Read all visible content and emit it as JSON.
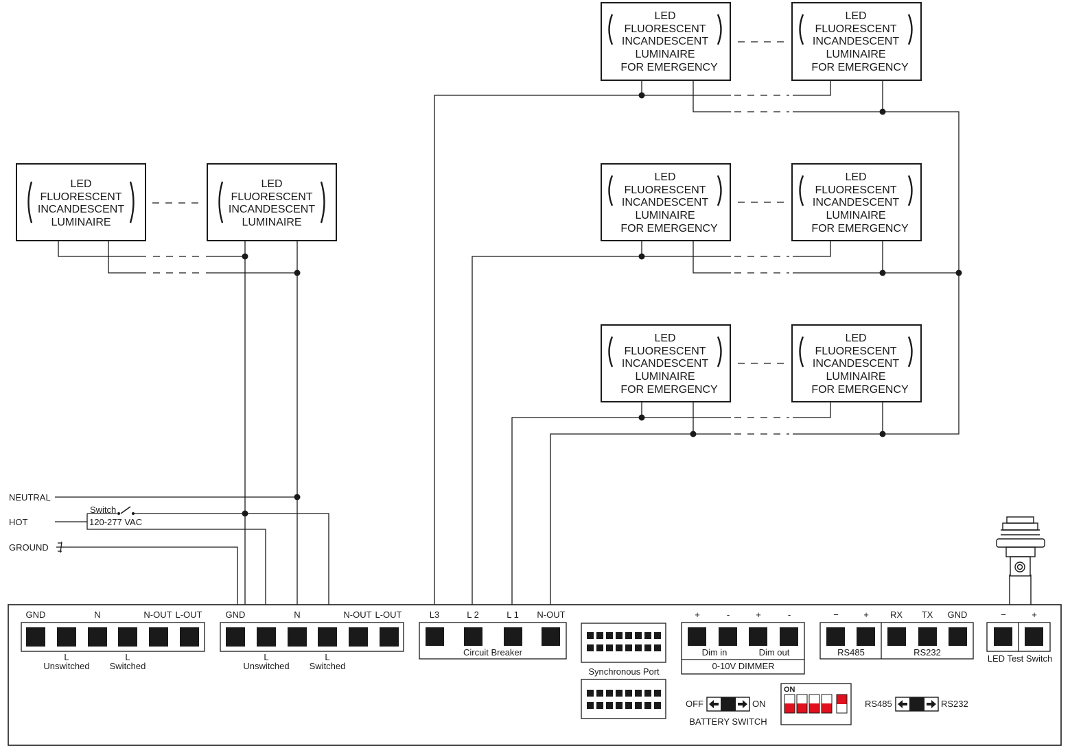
{
  "luminaire": {
    "line1": "LED",
    "line2": "FLUORESCENT",
    "line3": "INCANDESCENT",
    "line4": "LUMINAIRE",
    "line5": "FOR EMERGENCY"
  },
  "mains": {
    "neutral": "NEUTRAL",
    "hot": "HOT",
    "ground": "GROUND",
    "switch": "Switch",
    "voltage": "120-277 VAC"
  },
  "terminal_block_a": {
    "labels": [
      "GND",
      "N",
      "N-OUT",
      "L-OUT"
    ],
    "l1": "L",
    "unswitched": "Unswitched",
    "l2": "L",
    "switched": "Switched"
  },
  "terminal_block_b": {
    "labels": [
      "GND",
      "N",
      "N-OUT",
      "L-OUT"
    ],
    "l1": "L",
    "unswitched": "Unswitched",
    "l2": "L",
    "switched": "Switched"
  },
  "circuit_breaker": {
    "labels": [
      "L3",
      "L 2",
      "L 1",
      "N-OUT"
    ],
    "caption": "Circuit Breaker"
  },
  "sync_port": {
    "caption": "Synchronous Port"
  },
  "dimmer": {
    "polarity": [
      "+",
      "-",
      "+",
      "-"
    ],
    "dim_in": "Dim in",
    "dim_out": "Dim out",
    "caption": "0-10V DIMMER"
  },
  "rs485": {
    "polarity": [
      "−",
      "+"
    ],
    "caption": "RS485"
  },
  "rs232": {
    "labels": [
      "RX",
      "TX",
      "GND"
    ],
    "caption": "RS232"
  },
  "battery_switch": {
    "off": "OFF",
    "on": "ON",
    "caption": "BATTERY SWITCH"
  },
  "dip": {
    "on": "ON",
    "count": 5
  },
  "comm_switch": {
    "left": "RS485",
    "right": "RS232"
  },
  "test_switch": {
    "polarity": [
      "−",
      "+"
    ],
    "caption": "LED Test Switch"
  },
  "colors": {
    "line": "#1a1a1a",
    "dip_on": "#e0101e"
  }
}
